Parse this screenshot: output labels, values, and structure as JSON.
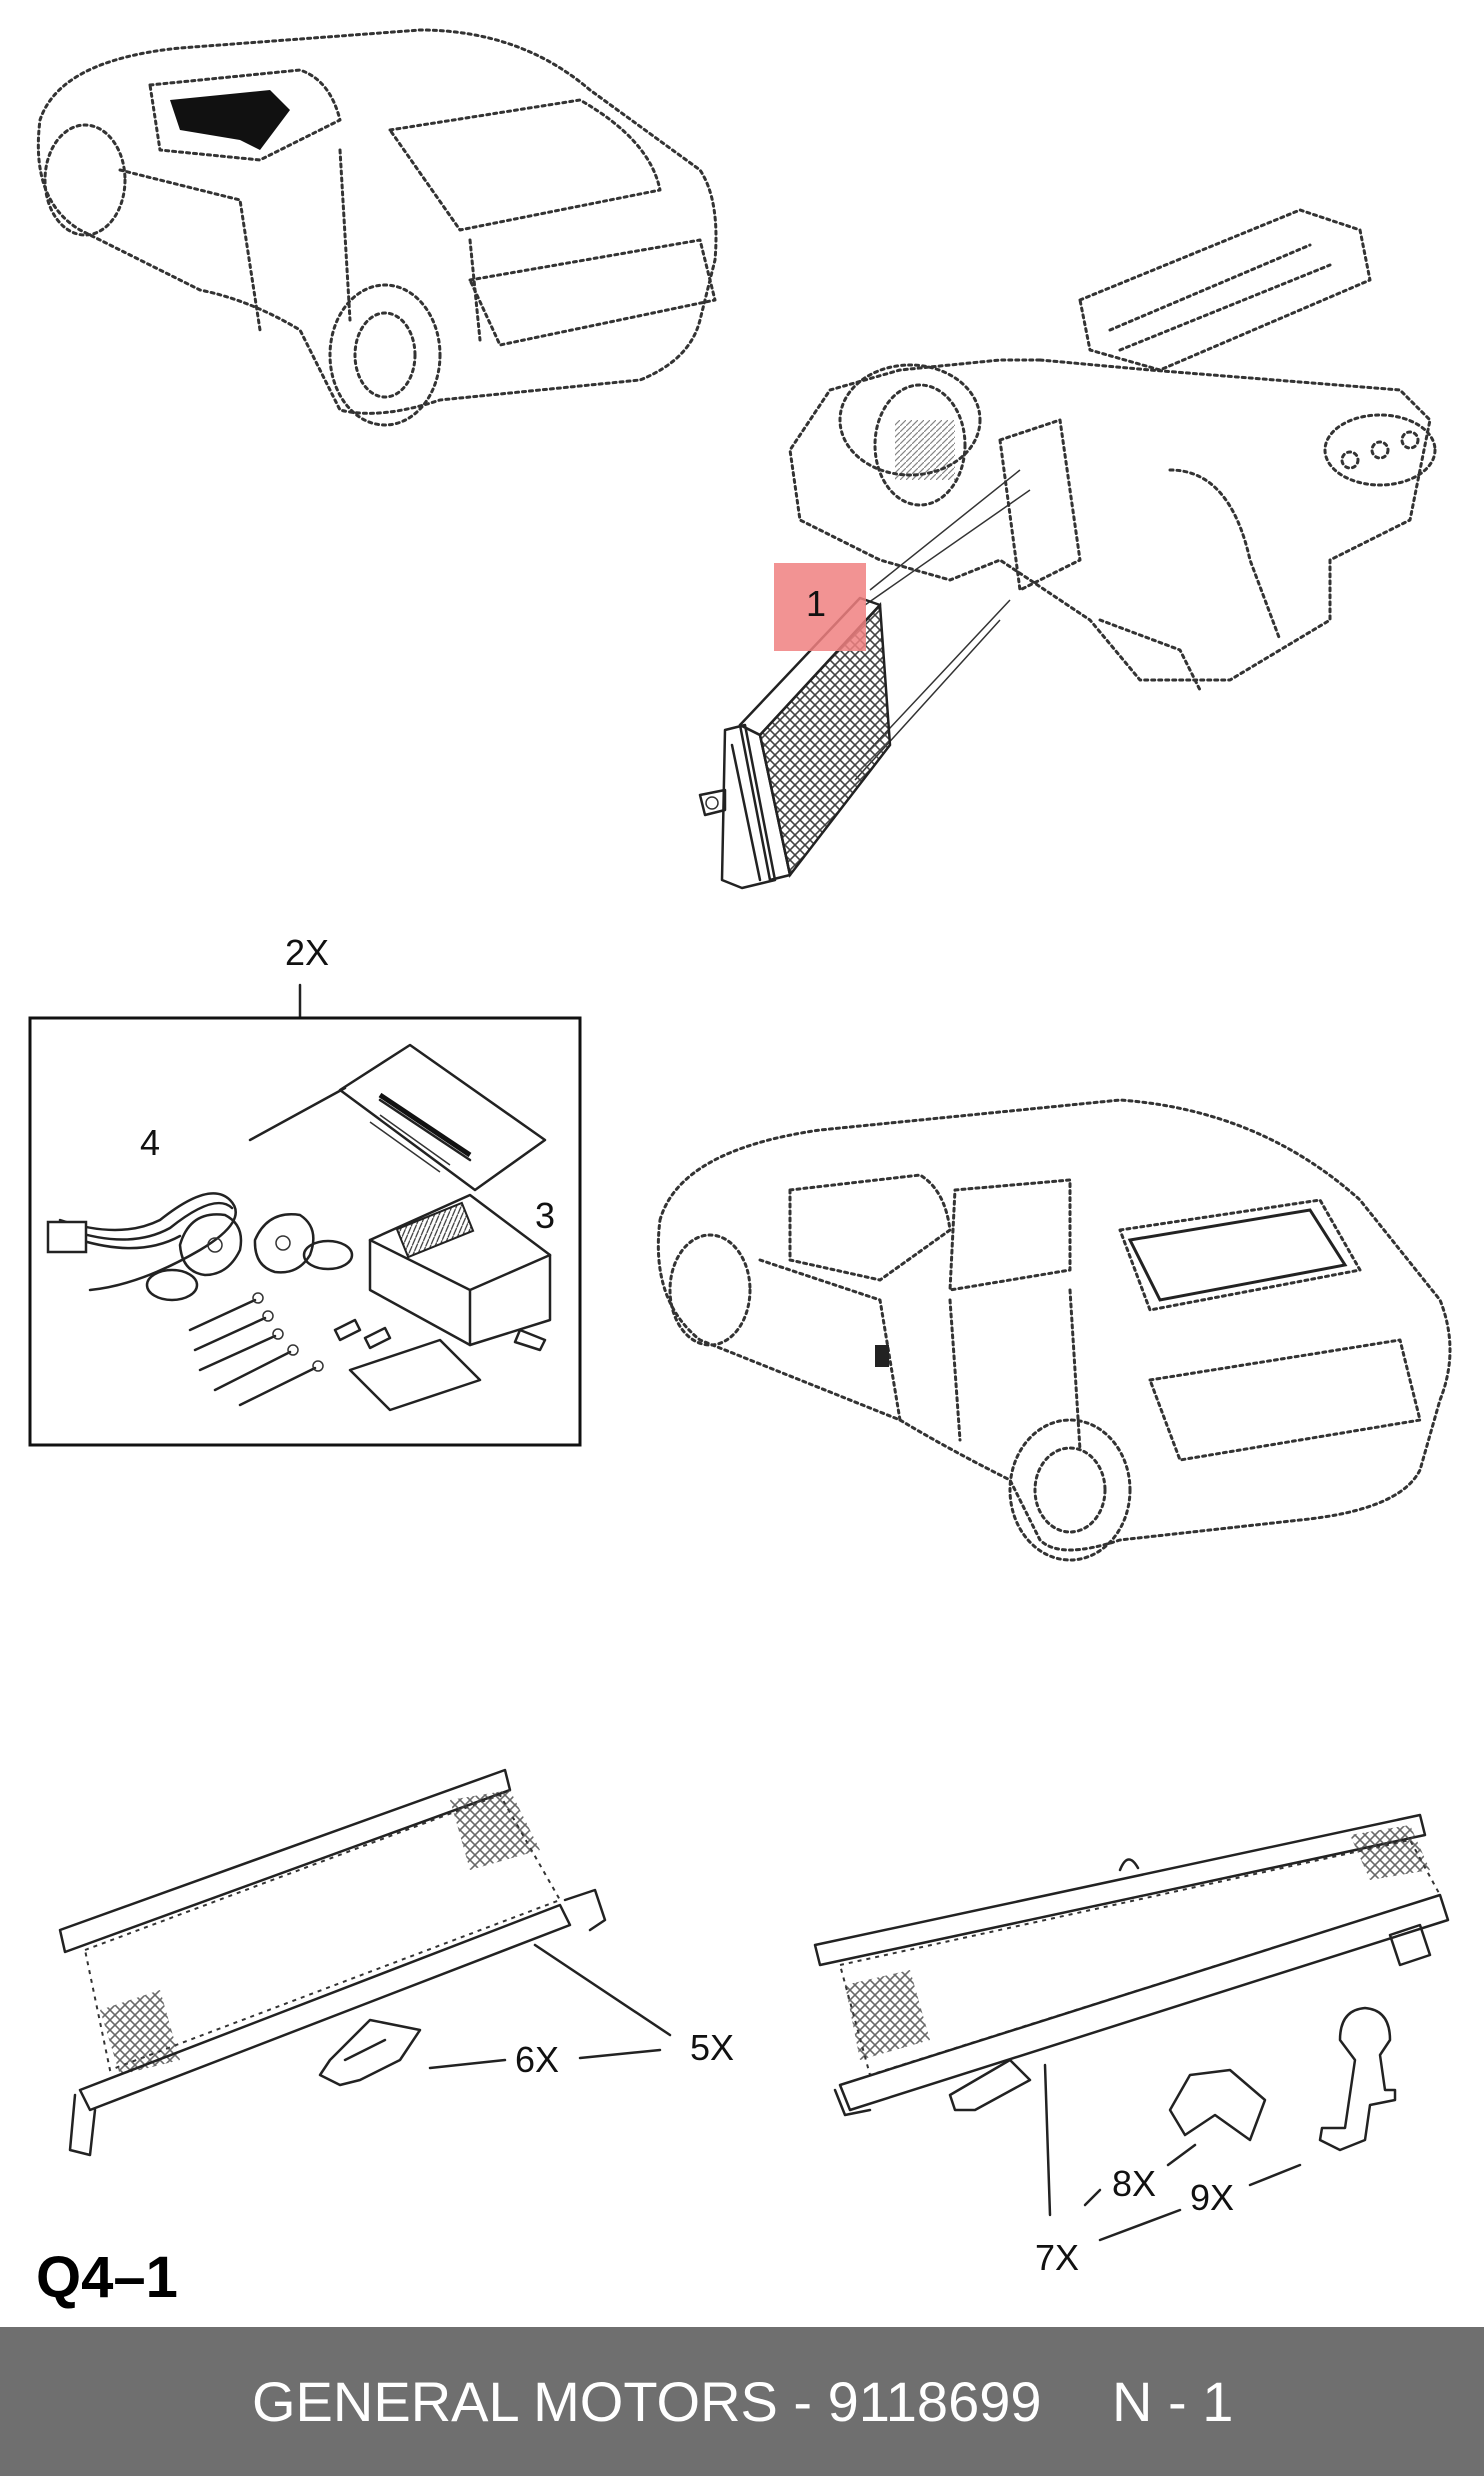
{
  "diagram": {
    "page_title": "Q4–1",
    "callouts": {
      "c1": "1",
      "c2x": "2X",
      "c3": "3",
      "c4": "4",
      "c5x": "5X",
      "c6x": "6X",
      "c7x": "7X",
      "c8x": "8X",
      "c9x": "9X"
    },
    "highlight_color": "#f08080"
  },
  "footer": {
    "brand_part": "GENERAL MOTORS - 9118699",
    "page_ref": "N - 1"
  }
}
